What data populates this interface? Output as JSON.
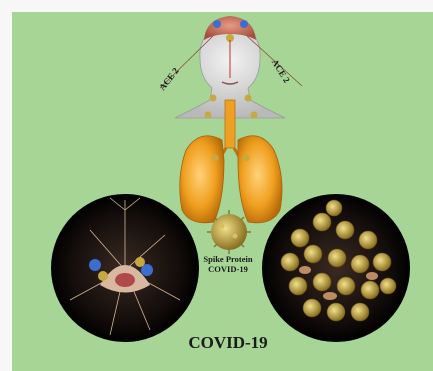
{
  "labels": {
    "ace_left": "ACE 2",
    "ace_right": "ACE 2",
    "spike_line1": "Spike Protein",
    "spike_line2": "COVID-19",
    "title": "COVID-19"
  },
  "colors": {
    "background": "#a6d596",
    "lung": "#f0a020",
    "virus": "#c8a840",
    "brain": "#c96a5a",
    "neuron": "#e8c8a0",
    "receptor": "#3a6fd0"
  },
  "icons": [
    "head-icon",
    "brain-icon",
    "lungs-icon",
    "virus-icon",
    "neuron-circle-icon",
    "infected-cells-circle-icon"
  ]
}
